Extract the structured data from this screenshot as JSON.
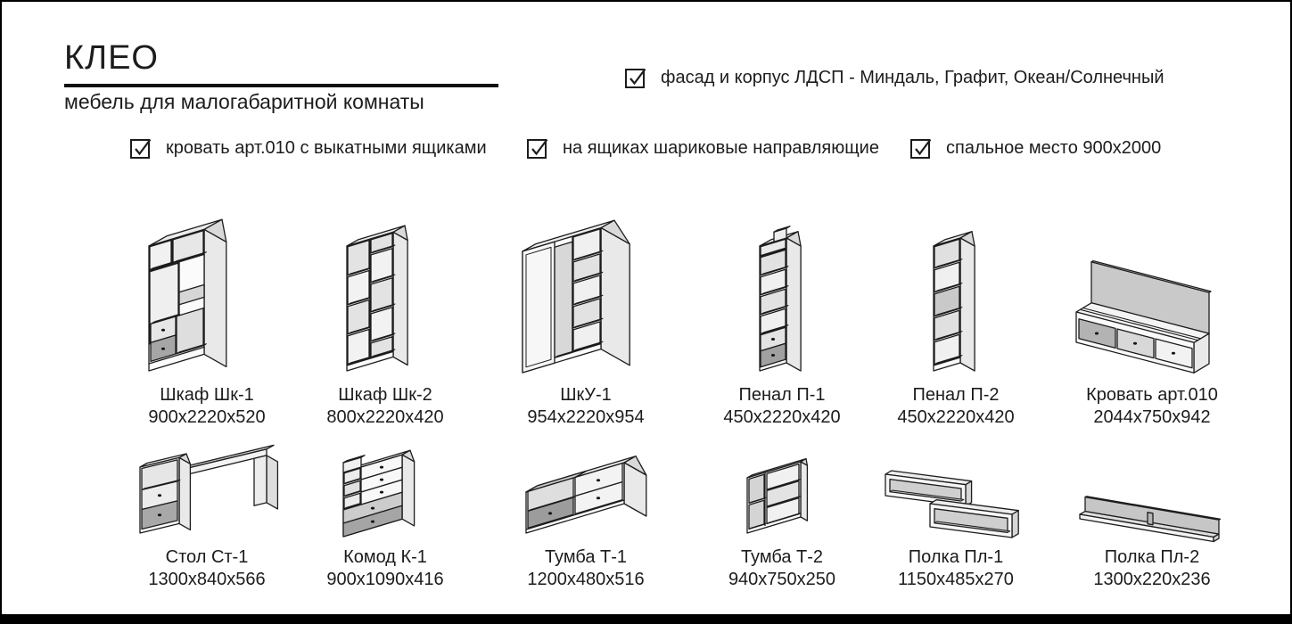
{
  "header": {
    "brand": "КЛЕО",
    "subtitle": "мебель для малогабаритной комнаты"
  },
  "features": {
    "material": {
      "label": "фасад и корпус ЛДСП - Миндаль, Графит, Океан/Солнечный",
      "checked": true
    },
    "items": [
      {
        "label": "кровать арт.010 с выкатными ящиками",
        "checked": true
      },
      {
        "label": "на ящиках шариковые направляющие",
        "checked": true
      },
      {
        "label": "спальное место 900х2000",
        "checked": true
      }
    ]
  },
  "catalog": {
    "items": [
      {
        "name": "Шкаф Шк-1",
        "dims": "900х2220х520"
      },
      {
        "name": "Шкаф Шк-2",
        "dims": "800х2220х420"
      },
      {
        "name": "ШкУ-1",
        "dims": "954х2220х954"
      },
      {
        "name": "Пенал П-1",
        "dims": "450х2220х420"
      },
      {
        "name": "Пенал П-2",
        "dims": "450х2220х420"
      },
      {
        "name": "Кровать арт.010",
        "dims": "2044х750х942"
      },
      {
        "name": "Стол Ст-1",
        "dims": "1300х840х566"
      },
      {
        "name": "Комод К-1",
        "dims": "900х1090х416"
      },
      {
        "name": "Тумба Т-1",
        "dims": "1200х480х516"
      },
      {
        "name": "Тумба Т-2",
        "dims": "940х750х250"
      },
      {
        "name": "Полка Пл-1",
        "dims": "1150х485х270"
      },
      {
        "name": "Полка Пл-2",
        "dims": "1300х220х236"
      }
    ]
  }
}
